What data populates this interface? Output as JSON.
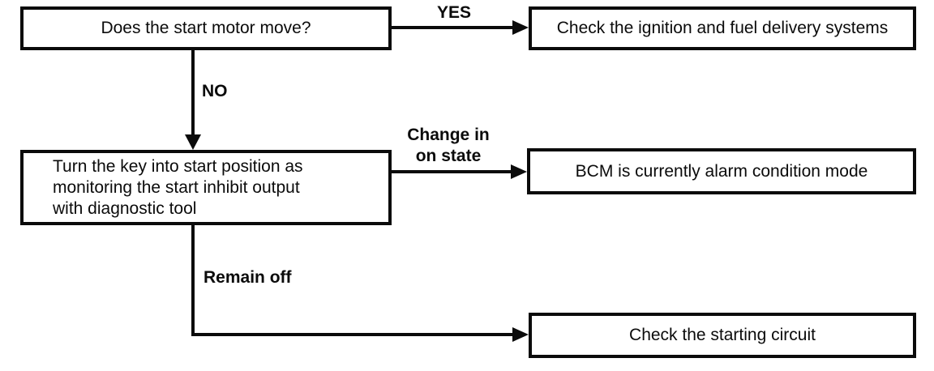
{
  "diagram": {
    "type": "flowchart",
    "colors": {
      "ink": "#0b0b0b",
      "background": "#ffffff"
    },
    "boxes": {
      "start_question": "Does the start motor move?",
      "yes_result": "Check the ignition and fuel delivery systems",
      "key_step": "Turn the key into start position as\nmonitoring the start inhibit output\nwith diagnostic tool",
      "change_result": "BCM is currently alarm condition mode",
      "remain_result": "Check the starting circuit"
    },
    "labels": {
      "yes": "YES",
      "no": "NO",
      "change_in_on_state": "Change in\non state",
      "remain_off": "Remain off"
    }
  }
}
